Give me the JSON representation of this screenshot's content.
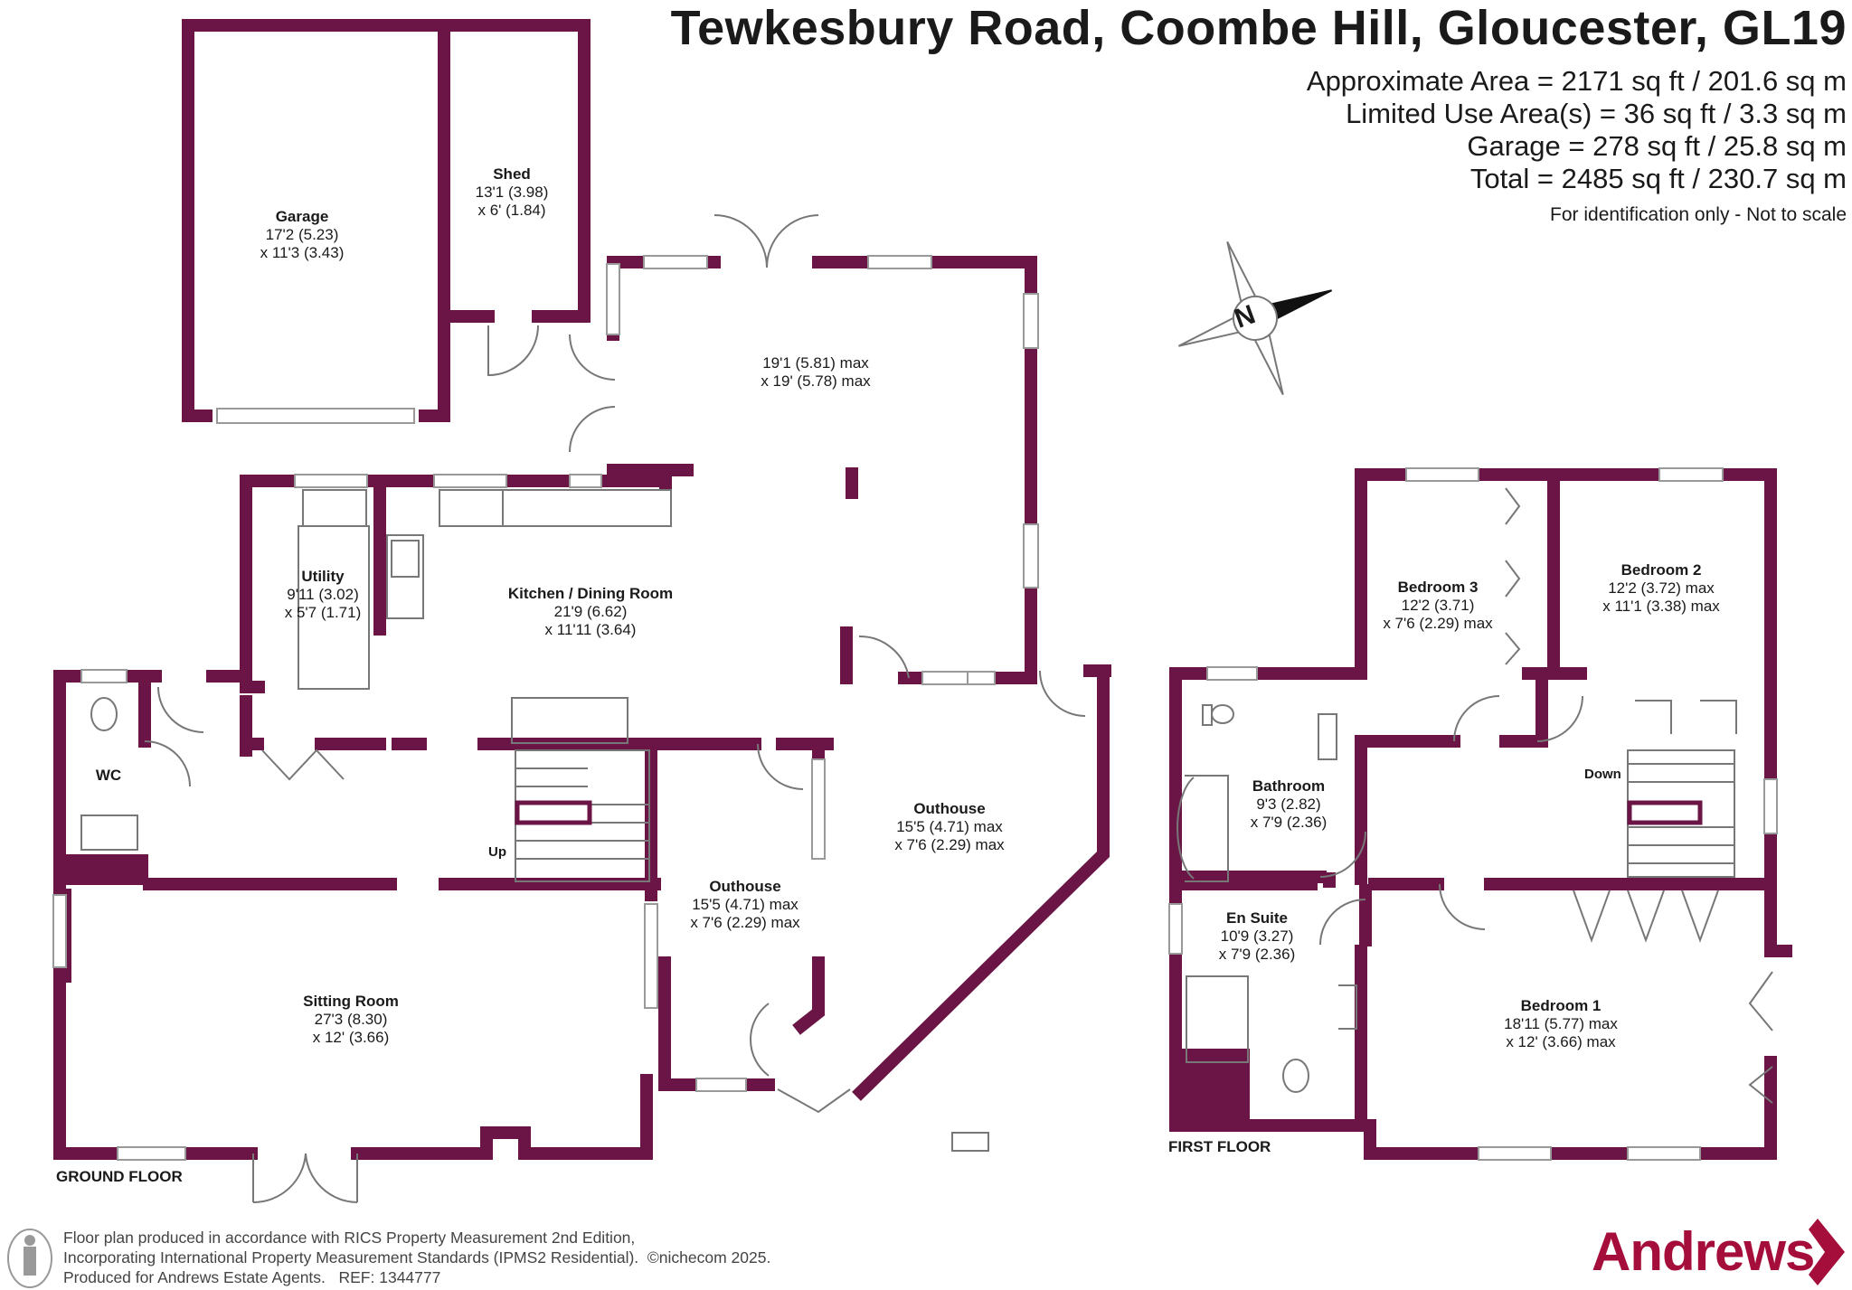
{
  "header": {
    "title": "Tewkesbury Road, Coombe Hill, Gloucester, GL19",
    "areas": [
      "Approximate Area = 2171 sq ft / 201.6 sq m",
      "Limited Use Area(s) = 36 sq ft / 3.3 sq m",
      "Garage = 278 sq ft / 25.8 sq m",
      "Total = 2485 sq ft / 230.7 sq m"
    ],
    "note": "For identification only - Not to scale"
  },
  "compass": {
    "label": "N"
  },
  "floors": {
    "ground": "GROUND FLOOR",
    "first": "FIRST FLOOR"
  },
  "rooms": {
    "garage": {
      "name": "Garage",
      "dim1": "17'2 (5.23)",
      "dim2": "x 11'3 (3.43)"
    },
    "shed": {
      "name": "Shed",
      "dim1": "13'1 (3.98)",
      "dim2": "x 6' (1.84)"
    },
    "conservatory": {
      "name": "",
      "dim1": "19'1 (5.81) max",
      "dim2": "x 19' (5.78) max"
    },
    "utility": {
      "name": "Utility",
      "dim1": "9'11 (3.02)",
      "dim2": "x 5'7 (1.71)"
    },
    "kitchen": {
      "name": "Kitchen / Dining Room",
      "dim1": "21'9 (6.62)",
      "dim2": "x 11'11 (3.64)"
    },
    "wc": {
      "name": "WC"
    },
    "outhouse1": {
      "name": "Outhouse",
      "dim1": "15'5 (4.71) max",
      "dim2": "x 7'6 (2.29) max"
    },
    "outhouse2": {
      "name": "Outhouse",
      "dim1": "15'5 (4.71) max",
      "dim2": "x 7'6 (2.29) max"
    },
    "sitting": {
      "name": "Sitting Room",
      "dim1": "27'3 (8.30)",
      "dim2": "x 12' (3.66)"
    },
    "bedroom3": {
      "name": "Bedroom 3",
      "dim1": "12'2 (3.71)",
      "dim2": "x 7'6 (2.29) max"
    },
    "bedroom2": {
      "name": "Bedroom 2",
      "dim1": "12'2 (3.72) max",
      "dim2": "x 11'1 (3.38) max"
    },
    "bathroom": {
      "name": "Bathroom",
      "dim1": "9'3 (2.82)",
      "dim2": "x 7'9 (2.36)"
    },
    "ensuite": {
      "name": "En Suite",
      "dim1": "10'9 (3.27)",
      "dim2": "x 7'9 (2.36)"
    },
    "bedroom1": {
      "name": "Bedroom 1",
      "dim1": "18'11 (5.77) max",
      "dim2": "x 12' (3.66) max"
    }
  },
  "stairs": {
    "up": "Up",
    "down": "Down"
  },
  "footer": {
    "line1": "Floor plan produced in accordance with RICS Property Measurement 2nd Edition,",
    "line2": "Incorporating International Property Measurement Standards (IPMS2 Residential).",
    "copyright": "©nichecom 2025.",
    "line3": "Produced for Andrews Estate Agents.",
    "ref": "REF: 1344777"
  },
  "brand": {
    "name": "Andrews"
  },
  "colors": {
    "wall": "#6b1546",
    "brand": "#a50e3a",
    "fixture": "#777777"
  }
}
